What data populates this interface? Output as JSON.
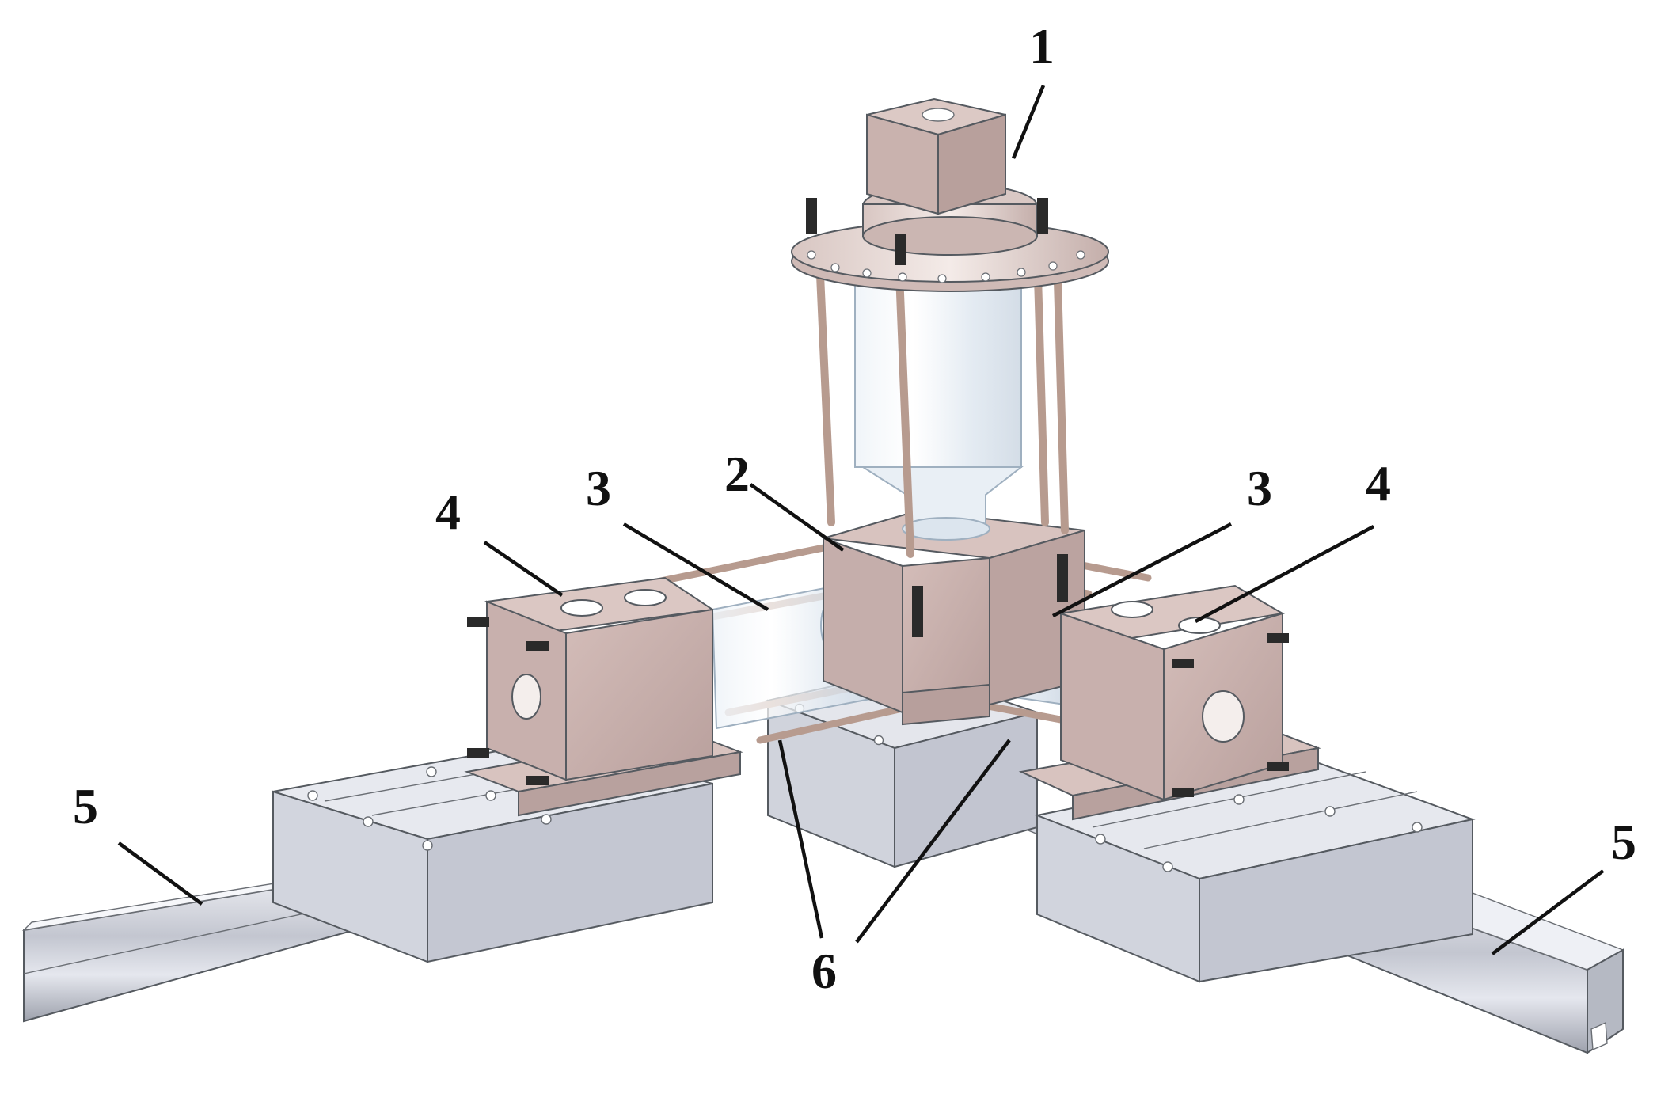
{
  "figure": {
    "callouts": [
      {
        "id": "c1",
        "text": "1"
      },
      {
        "id": "c2",
        "text": "2"
      },
      {
        "id": "c3a",
        "text": "3"
      },
      {
        "id": "c3b",
        "text": "3"
      },
      {
        "id": "c4a",
        "text": "4"
      },
      {
        "id": "c4b",
        "text": "4"
      },
      {
        "id": "c5a",
        "text": "5"
      },
      {
        "id": "c5b",
        "text": "5"
      },
      {
        "id": "c6",
        "text": "6"
      }
    ],
    "colors": {
      "rail": "#cfd2dc",
      "carriage": "#c9cbd6",
      "housing": "#cbb3b0",
      "housing_dark": "#a99290",
      "glass": "#e6eef6",
      "rod": "#d8c0b4",
      "bolt": "#2a2a2a",
      "line": "#111111"
    }
  }
}
